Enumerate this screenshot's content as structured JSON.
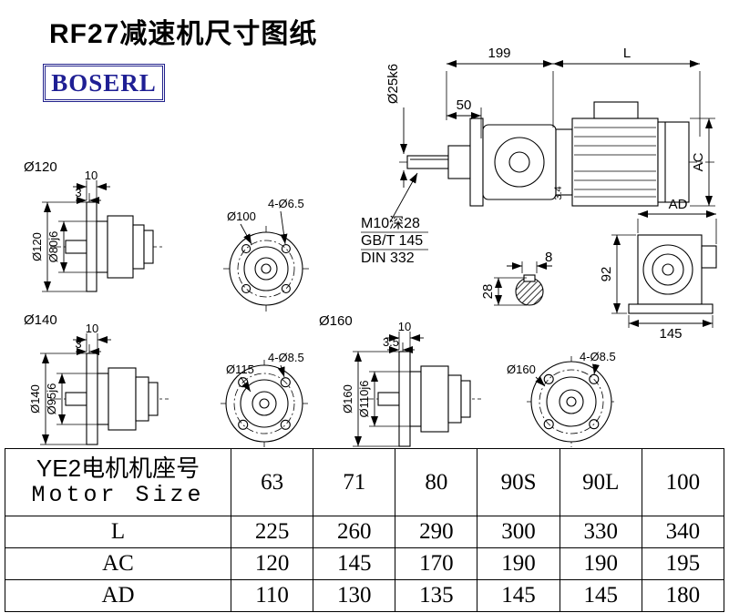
{
  "page": {
    "title": "RF27减速机尺寸图纸",
    "logo": "BOSERL"
  },
  "main": {
    "d199": "199",
    "dL": "L",
    "d50": "50",
    "shaft": "Ø25k6",
    "ac": "AC",
    "d34": "3.4",
    "note1": "M10深28",
    "note2": "GB/T 145",
    "note3": "DIN 332"
  },
  "section": {
    "d8": "8",
    "d28": "28"
  },
  "side": {
    "ad": "AD",
    "d92": "92",
    "d145": "145"
  },
  "f120": {
    "label": "Ø120",
    "d10": "10",
    "d3": "3",
    "od": "Ø120",
    "hub": "Ø80j6",
    "bolt": "Ø100",
    "holes": "4-Ø6.5"
  },
  "f140": {
    "label": "Ø140",
    "d10": "10",
    "d3": "3",
    "od": "Ø140",
    "hub": "Ø95j6",
    "bolt": "Ø115",
    "holes": "4-Ø8.5"
  },
  "f160": {
    "label": "Ø160",
    "d10": "10",
    "d35": "3.5",
    "od": "Ø160",
    "hub": "Ø110j6",
    "front": "Ø160",
    "holes": "4-Ø8.5"
  },
  "table": {
    "header_cn": "YE2电机机座号",
    "header_en": "Motor Size",
    "columns": [
      "63",
      "71",
      "80",
      "90S",
      "90L",
      "100"
    ],
    "rows": [
      {
        "label": "L",
        "values": [
          "225",
          "260",
          "290",
          "300",
          "330",
          "340"
        ]
      },
      {
        "label": "AC",
        "values": [
          "120",
          "145",
          "170",
          "190",
          "190",
          "195"
        ]
      },
      {
        "label": "AD",
        "values": [
          "110",
          "130",
          "135",
          "145",
          "145",
          "180"
        ]
      }
    ]
  }
}
